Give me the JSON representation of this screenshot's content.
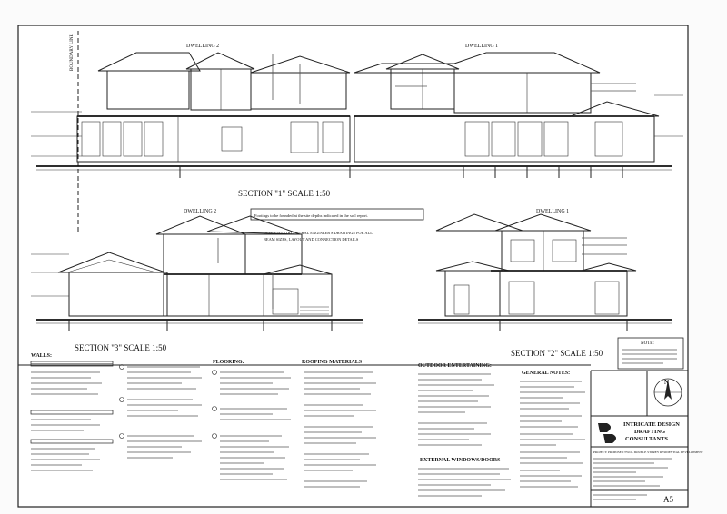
{
  "sheet": {
    "boundary_line": "BOUNDARY LINE",
    "sheet_no": "A5"
  },
  "section1": {
    "title": "SECTION \"1\" SCALE 1:50",
    "dwelling_2": "DWELLING 2",
    "dwelling_1": "DWELLING 1"
  },
  "section2": {
    "title": "SECTION \"2\" SCALE 1:50",
    "dwelling_1": "DWELLING 1"
  },
  "section3": {
    "title": "SECTION \"3\" SCALE 1:50",
    "dwelling_2": "DWELLING 2"
  },
  "callouts": {
    "footings": "Footings to be founded at the site depths indicated in the soil report.",
    "structural_1": "REFER TO STRUCTURAL ENGINEER'S DRAWINGS FOR ALL",
    "structural_2": "BEAM SIZES, LAYOUT AND CONNECTION DETAILS"
  },
  "notes": {
    "walls": "WALLS:",
    "flooring": "FLOORING:",
    "roofing": "ROOFING MATERIALS",
    "outdoor": "OUTDOOR ENTERTAINING:",
    "external": "EXTERNAL WINDOWS/DOORS",
    "general": "GENERAL NOTES:",
    "note": "NOTE:"
  },
  "title_block": {
    "north": "N",
    "firm_line1": "INTRICATE DESIGN",
    "firm_line2": "DRAFTING",
    "firm_line3": "CONSULTANTS",
    "project": "PROJECT: PROPOSED TWO - DOUBLE STOREY RESIDENTIAL DEVELOPMENT"
  }
}
